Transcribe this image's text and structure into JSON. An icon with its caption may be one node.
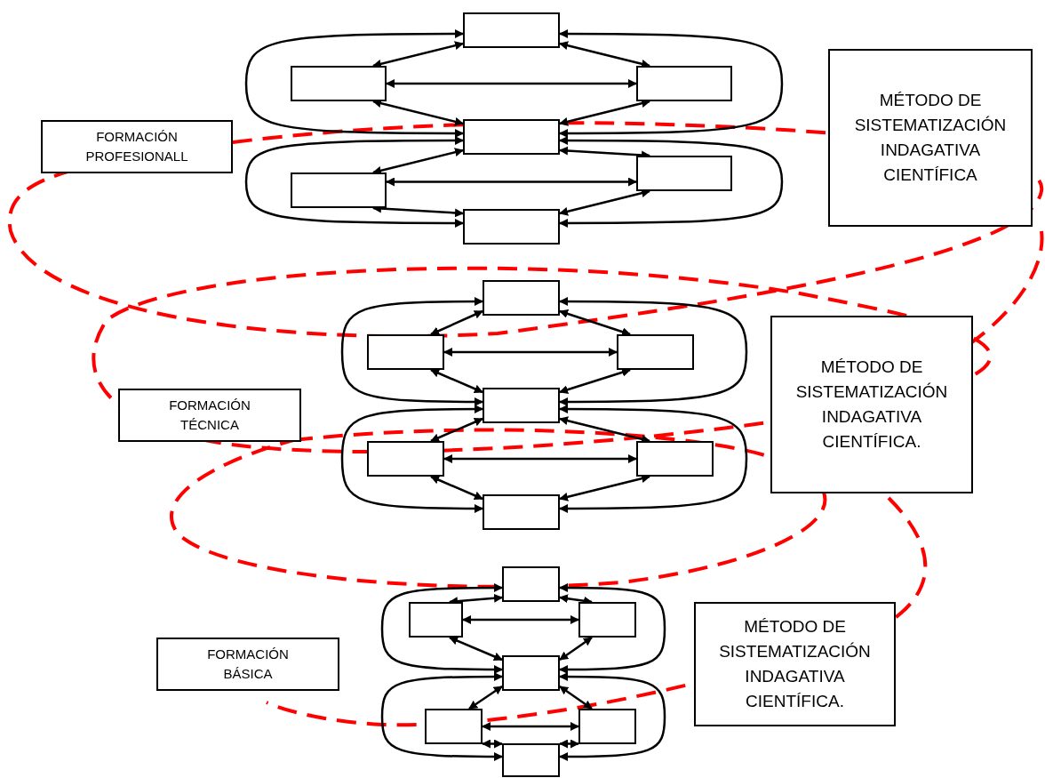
{
  "diagram": {
    "nodes": [
      {
        "text": [
          "FORMACIÓN PROFESIONALL"
        ]
      },
      {
        "text": [
          "MÉTODO DE SISTEMATIZACIÓN INDAGATIVA CIENTÍFICA"
        ]
      },
      {
        "text": [],
        "shape": "box"
      },
      {
        "text": [],
        "shape": "box"
      },
      {
        "text": [],
        "shape": "box"
      },
      {
        "text": [],
        "shape": "box"
      },
      {
        "text": [],
        "shape": "box"
      },
      {
        "text": [],
        "shape": "box"
      },
      {
        "text": [],
        "shape": "box"
      },
      {
        "text": [
          "FORMACIÓN TÉCNICA"
        ]
      },
      {
        "text": [
          "MÉTODO DE SISTEMATIZACIÓN INDAGATIVA CIENTÍFICA."
        ]
      },
      {
        "text": [],
        "shape": "box"
      },
      {
        "text": [],
        "shape": "box"
      },
      {
        "text": [],
        "shape": "box"
      },
      {
        "text": [],
        "shape": "box"
      },
      {
        "text": [],
        "shape": "box"
      },
      {
        "text": [],
        "shape": "box"
      },
      {
        "text": [],
        "shape": "box"
      },
      {
        "text": [
          "FORMACIÓN BÁSICA"
        ]
      },
      {
        "text": [
          "MÉTODO DE SISTEMATIZACIÓN INDAGATIVA CIENTÍFICA."
        ]
      },
      {
        "text": [],
        "shape": "box"
      },
      {
        "text": [],
        "shape": "box"
      },
      {
        "text": [],
        "shape": "box"
      },
      {
        "text": [],
        "shape": "box"
      },
      {
        "text": [],
        "shape": "box"
      },
      {
        "text": [],
        "shape": "box"
      },
      {
        "text": [],
        "shape": "box"
      }
    ],
    "edges": [
      {
        "from": 2,
        "to": 5,
        "arrow": "both"
      },
      {
        "from": 5,
        "to": 8,
        "arrow": "both"
      },
      {
        "from": 2,
        "to": 5,
        "arrow": "both"
      },
      {
        "from": 5,
        "to": 8,
        "arrow": "both"
      },
      {
        "from": 3,
        "to": 2,
        "arrow": "both"
      },
      {
        "from": 3,
        "to": 5,
        "arrow": "both"
      },
      {
        "from": 6,
        "to": 5,
        "arrow": "both"
      },
      {
        "from": 6,
        "to": 8,
        "arrow": "both"
      },
      {
        "from": 4,
        "to": 2,
        "arrow": "both"
      },
      {
        "from": 4,
        "to": 5,
        "arrow": "both"
      },
      {
        "from": 7,
        "to": 5,
        "arrow": "both"
      },
      {
        "from": 7,
        "to": 8,
        "arrow": "both"
      },
      {
        "from": 3,
        "to": 4,
        "arrow": "both"
      },
      {
        "from": 6,
        "to": 7,
        "arrow": "both"
      },
      {
        "from": 11,
        "to": 14,
        "arrow": "both"
      },
      {
        "from": 14,
        "to": 17,
        "arrow": "both"
      },
      {
        "from": 11,
        "to": 14,
        "arrow": "both"
      },
      {
        "from": 14,
        "to": 17,
        "arrow": "both"
      },
      {
        "from": 12,
        "to": 11,
        "arrow": "both"
      },
      {
        "from": 12,
        "to": 14,
        "arrow": "both"
      },
      {
        "from": 15,
        "to": 14,
        "arrow": "both"
      },
      {
        "from": 15,
        "to": 17,
        "arrow": "both"
      },
      {
        "from": 13,
        "to": 11,
        "arrow": "both"
      },
      {
        "from": 13,
        "to": 14,
        "arrow": "both"
      },
      {
        "from": 16,
        "to": 14,
        "arrow": "both"
      },
      {
        "from": 16,
        "to": 17,
        "arrow": "both"
      },
      {
        "from": 12,
        "to": 13,
        "arrow": "both"
      },
      {
        "from": 15,
        "to": 16,
        "arrow": "both"
      },
      {
        "from": 20,
        "to": 23,
        "arrow": "both"
      },
      {
        "from": 23,
        "to": 26,
        "arrow": "both"
      },
      {
        "from": 20,
        "to": 23,
        "arrow": "both"
      },
      {
        "from": 23,
        "to": 26,
        "arrow": "both"
      },
      {
        "from": 21,
        "to": 20,
        "arrow": "both"
      },
      {
        "from": 21,
        "to": 23,
        "arrow": "both"
      },
      {
        "from": 24,
        "to": 23,
        "arrow": "both"
      },
      {
        "from": 24,
        "to": 26,
        "arrow": "both"
      },
      {
        "from": 22,
        "to": 20,
        "arrow": "both"
      },
      {
        "from": 22,
        "to": 23,
        "arrow": "both"
      },
      {
        "from": 25,
        "to": 23,
        "arrow": "both"
      },
      {
        "from": 25,
        "to": 26,
        "arrow": "both"
      },
      {
        "from": 21,
        "to": 22,
        "arrow": "both"
      },
      {
        "from": 24,
        "to": 25,
        "arrow": "both"
      }
    ]
  }
}
